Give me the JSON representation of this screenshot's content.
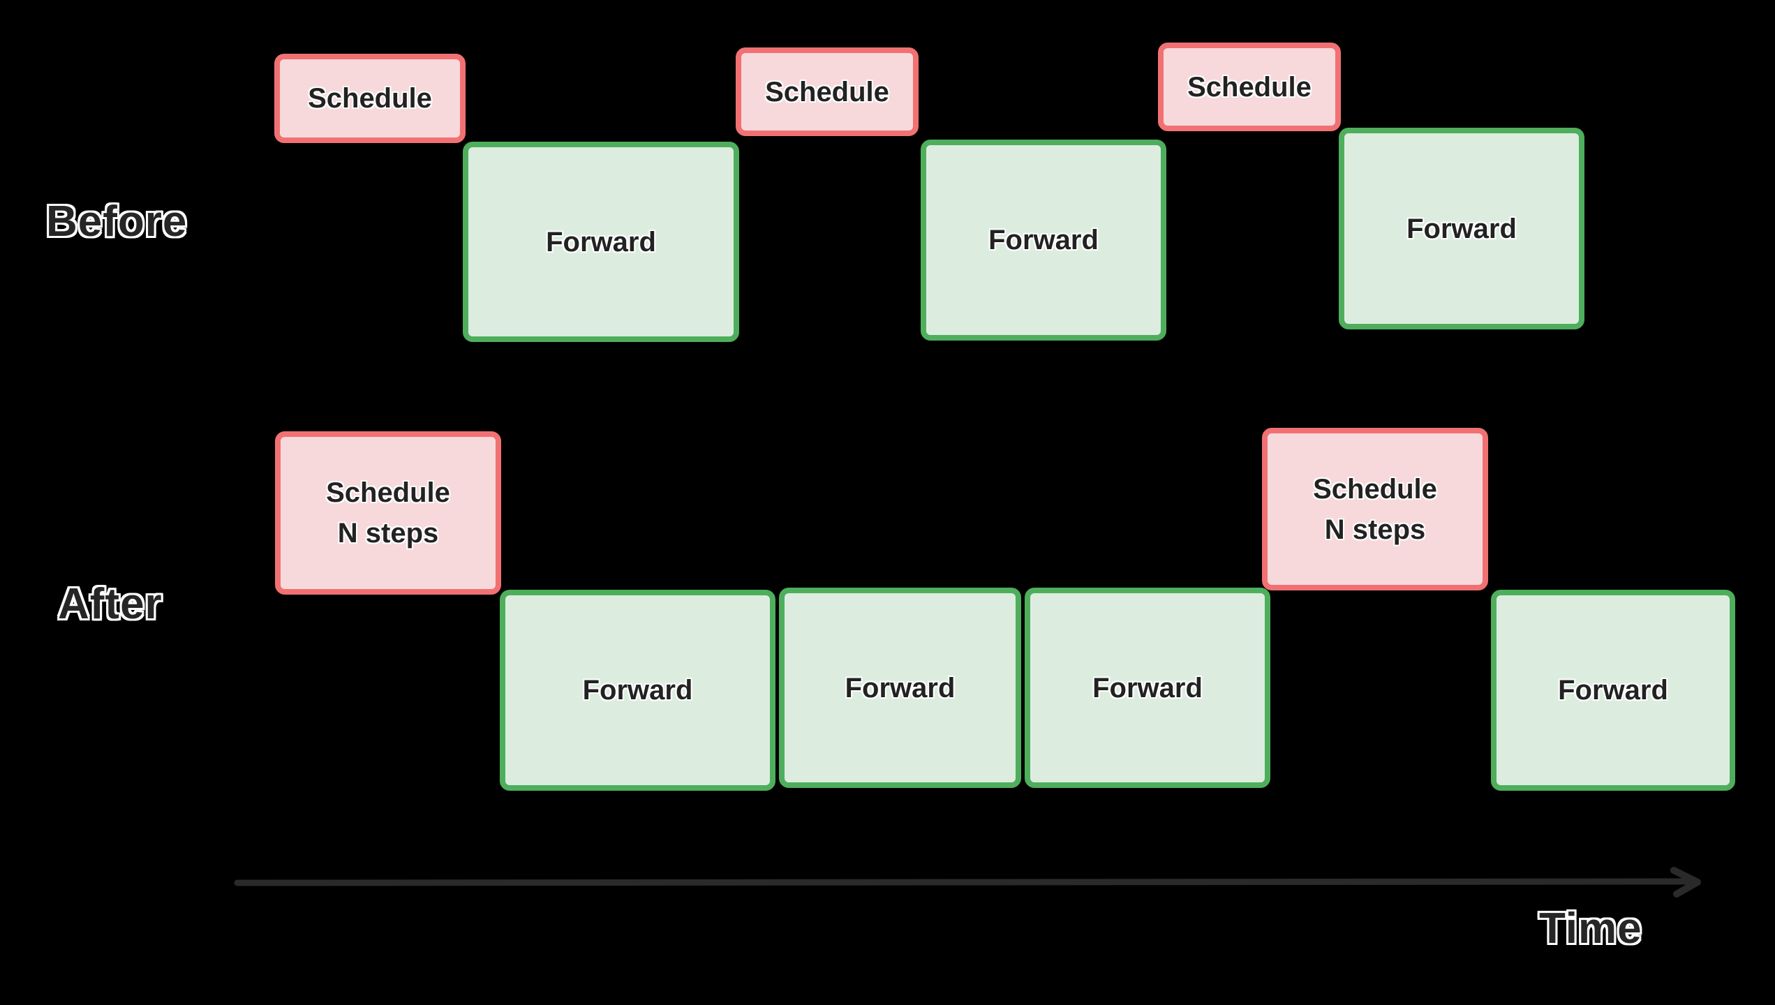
{
  "diagram": {
    "before": {
      "label": "Before",
      "schedules": [
        "Schedule",
        "Schedule",
        "Schedule"
      ],
      "forwards": [
        "Forward",
        "Forward",
        "Forward"
      ]
    },
    "after": {
      "label": "After",
      "schedules": [
        {
          "line1": "Schedule",
          "line2": "N steps"
        },
        {
          "line1": "Schedule",
          "line2": "N steps"
        }
      ],
      "forwards": [
        "Forward",
        "Forward",
        "Forward",
        "Forward"
      ]
    },
    "timeline": {
      "label": "Time"
    }
  },
  "colors": {
    "background": "#000000",
    "schedule_fill": "#F7D9DB",
    "schedule_border": "#F17173",
    "forward_fill": "#DCEDE0",
    "forward_border": "#4FAE5C",
    "box_text": "#222222",
    "label_text": "#262626",
    "label_outline": "#FFFFFF",
    "arrow": "#2A2A2A"
  }
}
